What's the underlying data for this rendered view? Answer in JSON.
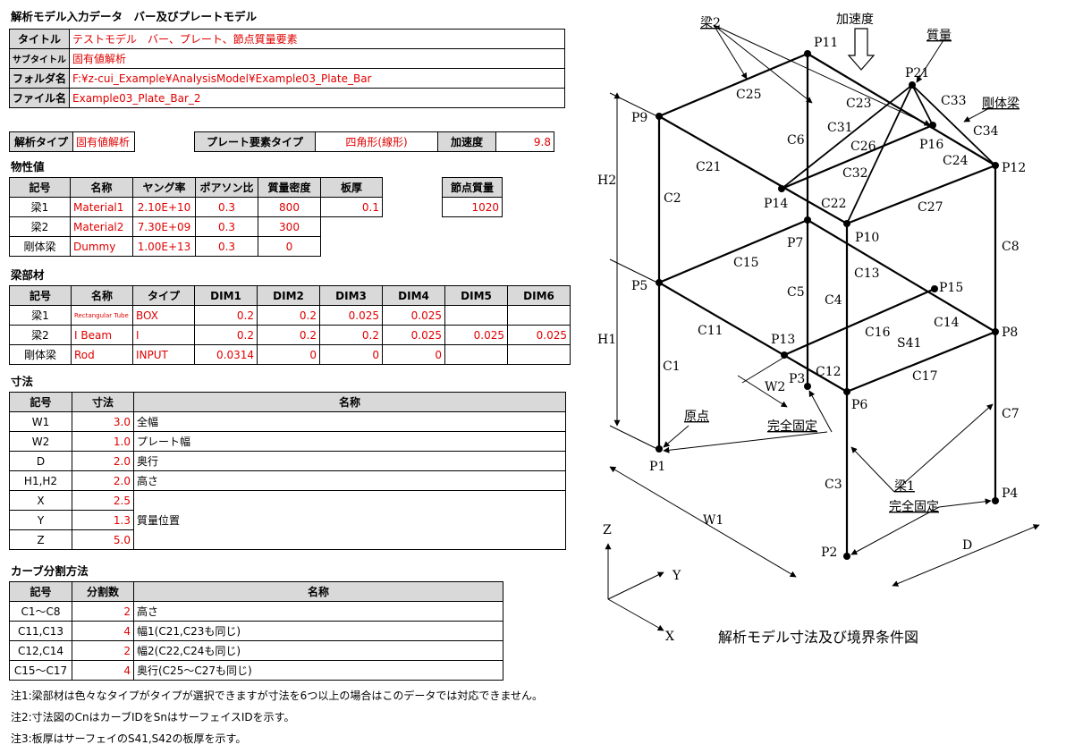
{
  "page_title": "解析モデル入力データ　バー及びプレートモデル",
  "info": [
    {
      "label": "タイトル",
      "value": "テストモデル　バー、プレート、節点質量要素"
    },
    {
      "label": "サブタイトル",
      "value": "固有値解析"
    },
    {
      "label": "フォルダ名",
      "value": "F:¥z-cui_Example¥AnalysisModel¥Example03_Plate_Bar"
    },
    {
      "label": "ファイル名",
      "value": "Example03_Plate_Bar_2"
    }
  ],
  "analysis": {
    "type_label": "解析タイプ",
    "type_value": "固有値解析",
    "plate_label": "プレート要素タイプ",
    "plate_value": "四角形(線形)",
    "accel_label": "加速度",
    "accel_value": "9.8"
  },
  "materials": {
    "heading": "物性値",
    "headers": [
      "記号",
      "名称",
      "ヤング率",
      "ポアソン比",
      "質量密度",
      "板厚"
    ],
    "rows": [
      [
        "梁1",
        "Material1",
        "2.10E+10",
        "0.3",
        "800",
        "0.1"
      ],
      [
        "梁2",
        "Material2",
        "7.30E+09",
        "0.3",
        "300",
        ""
      ],
      [
        "剛体梁",
        "Dummy",
        "1.00E+13",
        "0.3",
        "0",
        ""
      ]
    ],
    "node_mass_label": "節点質量",
    "node_mass_value": "1020"
  },
  "beams": {
    "heading": "梁部材",
    "headers": [
      "記号",
      "名称",
      "タイプ",
      "DIM1",
      "DIM2",
      "DIM3",
      "DIM4",
      "DIM5",
      "DIM6"
    ],
    "rows": [
      [
        "梁1",
        "Rectangular Tube",
        "BOX",
        "0.2",
        "0.2",
        "0.025",
        "0.025",
        "",
        ""
      ],
      [
        "梁2",
        "I Beam",
        "I",
        "0.2",
        "0.2",
        "0.2",
        "0.025",
        "0.025",
        "0.025"
      ],
      [
        "剛体梁",
        "Rod",
        "INPUT",
        "0.0314",
        "0",
        "0",
        "0",
        "",
        ""
      ]
    ]
  },
  "dims": {
    "heading": "寸法",
    "headers": [
      "記号",
      "寸法",
      "名称"
    ],
    "rows": [
      {
        "sym": "W1",
        "val": "3.0",
        "name": "全幅"
      },
      {
        "sym": "W2",
        "val": "1.0",
        "name": "プレート幅"
      },
      {
        "sym": "D",
        "val": "2.0",
        "name": "奥行"
      },
      {
        "sym": "H1,H2",
        "val": "2.0",
        "name": "高さ"
      },
      {
        "sym": "X",
        "val": "2.5"
      },
      {
        "sym": "Y",
        "val": "1.3"
      },
      {
        "sym": "Z",
        "val": "5.0"
      }
    ],
    "mass_pos": "質量位置"
  },
  "curves": {
    "heading": "カーブ分割方法",
    "headers": [
      "記号",
      "分割数",
      "名称"
    ],
    "rows": [
      [
        "C1～C8",
        "2",
        "高さ"
      ],
      [
        "C11,C13",
        "4",
        "幅1(C21,C23も同じ)"
      ],
      [
        "C12,C14",
        "2",
        "幅2(C22,C24も同じ)"
      ],
      [
        "C15～C17",
        "4",
        "奥行(C25～C27も同じ)"
      ]
    ]
  },
  "notes": [
    "注1:梁部材は色々なタイプがタイプが選択できますが寸法を6つ以上の場合はこのデータでは対応できません。",
    "注2:寸法図のCnはカーブIDをSnはサーフェイスIDを示す。",
    "注3:板厚はサーフェイのS41,S42の板厚を示す。"
  ],
  "figure": {
    "caption": "解析モデル寸法及び境界条件図",
    "accel": "加速度",
    "labels": {
      "beam2": "梁2",
      "mass": "質量",
      "rigid": "剛体梁",
      "beam1": "梁1",
      "origin": "原点",
      "fixed1": "完全固定",
      "fixed2": "完全固定",
      "H1": "H1",
      "H2": "H2",
      "W1": "W1",
      "W2": "W2",
      "D": "D",
      "X": "X",
      "Y": "Y",
      "Z": "Z",
      "S41": "S41"
    },
    "points": {
      "P1": "P1",
      "P2": "P2",
      "P3": "P3",
      "P4": "P4",
      "P5": "P5",
      "P6": "P6",
      "P7": "P7",
      "P8": "P8",
      "P9": "P9",
      "P10": "P10",
      "P11": "P11",
      "P12": "P12",
      "P13": "P13",
      "P14": "P14",
      "P15": "P15",
      "P16": "P16",
      "P21": "P21"
    },
    "curves": {
      "C1": "C1",
      "C2": "C2",
      "C3": "C3",
      "C4": "C4",
      "C5": "C5",
      "C6": "C6",
      "C7": "C7",
      "C8": "C8",
      "C11": "C11",
      "C12": "C12",
      "C13": "C13",
      "C14": "C14",
      "C15": "C15",
      "C16": "C16",
      "C17": "C17",
      "C21": "C21",
      "C22": "C22",
      "C23": "C23",
      "C24": "C24",
      "C25": "C25",
      "C26": "C26",
      "C27": "C27",
      "C31": "C31",
      "C32": "C32",
      "C33": "C33",
      "C34": "C34"
    }
  }
}
